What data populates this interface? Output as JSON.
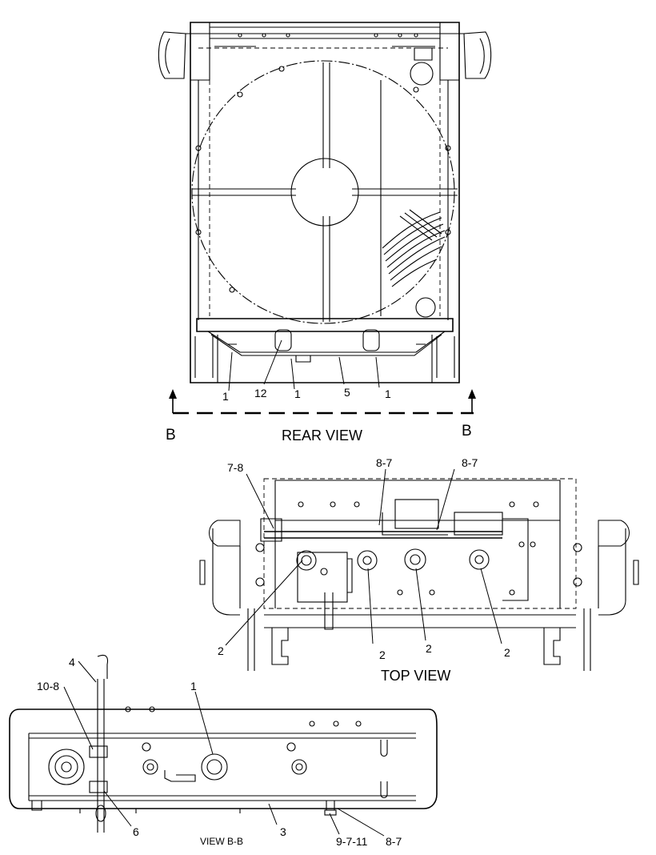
{
  "views": {
    "rear": {
      "title": "REAR VIEW",
      "section_left": "B",
      "section_right": "B",
      "callouts": [
        "1",
        "12",
        "1",
        "5",
        "1"
      ]
    },
    "top": {
      "title": "TOP VIEW",
      "callouts": [
        "7-8",
        "8-7",
        "8-7",
        "2",
        "2",
        "2",
        "2"
      ]
    },
    "section": {
      "title": "VIEW B-B",
      "callouts": [
        "4",
        "10-8",
        "1",
        "6",
        "3",
        "9-7-11",
        "8-7"
      ]
    }
  }
}
